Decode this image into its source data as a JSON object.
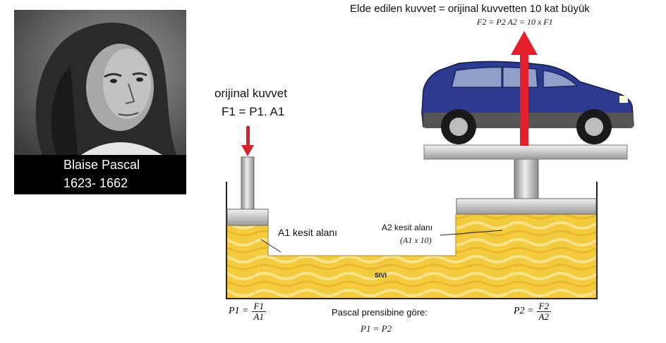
{
  "portrait": {
    "name": "Blaise Pascal",
    "years": "1623- 1662"
  },
  "labels": {
    "top_title": "Elde edilen kuvvet = orijinal kuvvetten 10 kat büyük",
    "top_formula": "F2 = P2 A2 = 10 x F1",
    "original_force_title": "orijinal kuvvet",
    "original_force_formula": "F1 = P1. A1",
    "a1_area": "A1 kesit alanı",
    "a2_area": "A2 kesit alanı",
    "a2_area_sub": "(A1 x 10)",
    "fluid": "SIVI",
    "pascal_principle": "Pascal prensibine göre:",
    "p1_lhs": "P1 =",
    "p1_num": "F1",
    "p1_den": "A1",
    "p2_lhs": "P2 =",
    "p2_num": "F2",
    "p2_den": "A2",
    "equality": "P1 = P2"
  },
  "colors": {
    "fluid": "#f3cb3f",
    "fluid_highlight": "#fbe38a",
    "arrow_small": "#d6222a",
    "arrow_big": "#e3202c",
    "car_body": "#2c3a8f",
    "metal": "#c8c8c8"
  },
  "icons": {
    "car": "suv-car-icon",
    "portrait": "pascal-portrait"
  }
}
